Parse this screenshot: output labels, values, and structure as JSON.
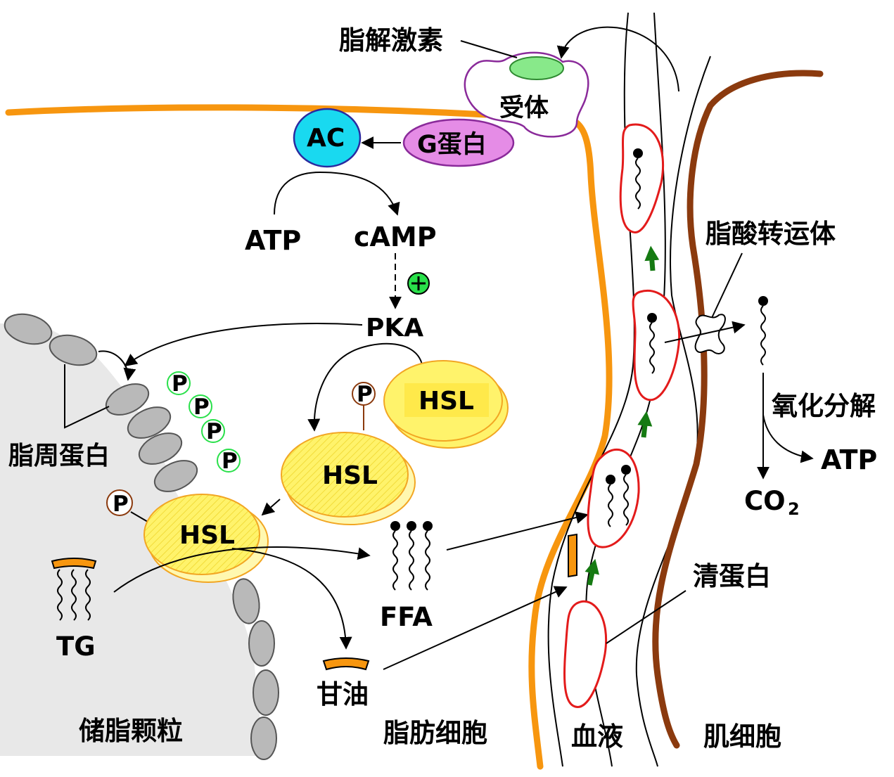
{
  "labels": {
    "hormone": "脂解激素",
    "receptor": "受体",
    "g_protein": "G蛋白",
    "ac": "AC",
    "atp": "ATP",
    "camp": "cAMP",
    "pka": "PKA",
    "perilipin": "脂周蛋白",
    "phospho": "P",
    "hsl": "HSL",
    "tg": "TG",
    "ffa": "FFA",
    "glycerol": "甘油",
    "lipid_droplet": "储脂颗粒",
    "adipocyte": "脂肪细胞",
    "blood": "血液",
    "muscle_cell": "肌细胞",
    "albumin": "清蛋白",
    "fatty_acid_transporter": "脂酸转运体",
    "oxidation": "氧化分解",
    "atp_product": "ATP",
    "co2_main": "CO",
    "co2_sub": "2"
  },
  "colors": {
    "adipocyte_membrane": "#F7960F",
    "muscle_membrane": "#8B3A0E",
    "blood_cell": "#E31B1B",
    "ac_fill": "#19D9F0",
    "g_protein_fill": "#E58CE6",
    "receptor_stroke": "#8A2A9A",
    "hormone_fill": "#88E98A",
    "hsl_fill": "#FFF36B",
    "plus_fill": "#29E04A",
    "green_arrow": "#157A12",
    "droplet_fill": "#E8E8E8",
    "perilipin_fill": "#B9B9B9",
    "label_adipocyte": "#F7960F",
    "label_blood": "#E31B1B",
    "label_muscle": "#1A1A8A"
  }
}
